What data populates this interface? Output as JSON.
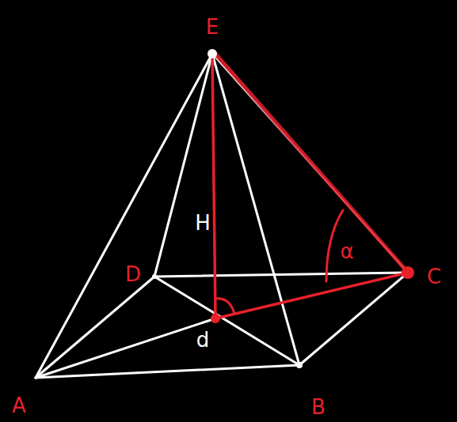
{
  "diagram": {
    "labels": [
      "E",
      "D",
      "C",
      "A",
      "B",
      "H",
      "d",
      "α"
    ]
  }
}
